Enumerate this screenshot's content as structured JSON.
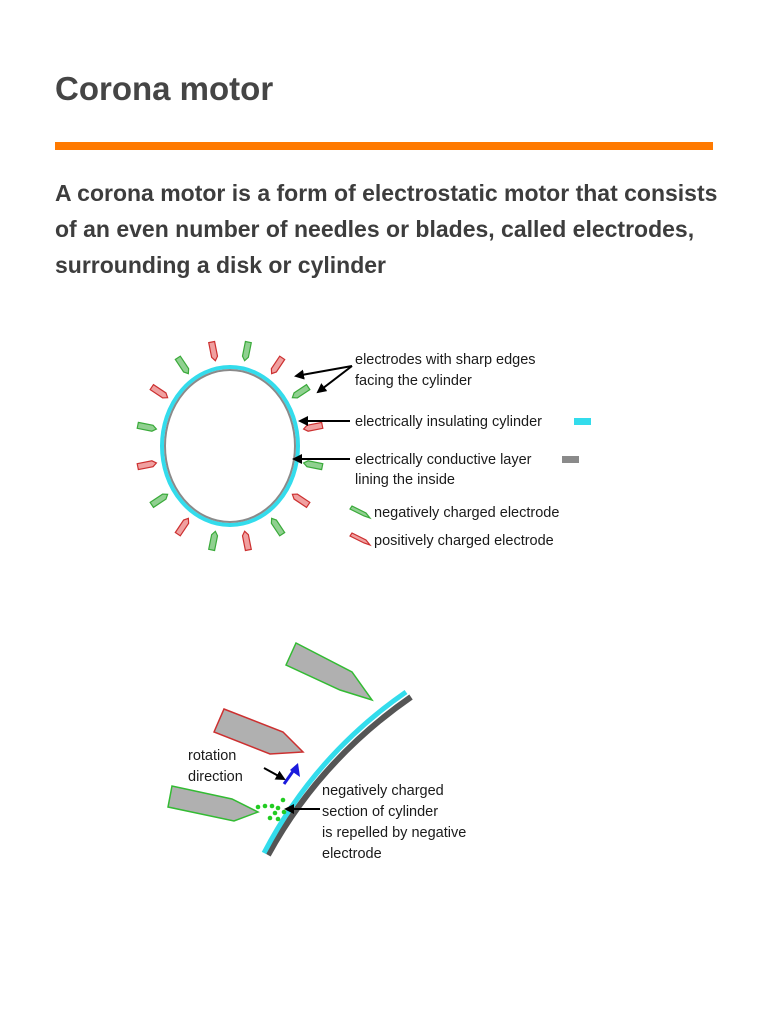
{
  "page": {
    "title": "Corona motor",
    "intro": "A corona motor is a form of electrostatic motor that consists of an even number of needles or blades, called electrodes, surrounding a disk or cylinder"
  },
  "diagram_top": {
    "labels": {
      "sharp_edges_line1": "electrodes with sharp edges",
      "sharp_edges_line2": "facing the cylinder",
      "insulating": "electrically insulating cylinder",
      "conductive_line1": "electrically conductive layer",
      "conductive_line2": "lining the inside",
      "negative": "negatively charged electrode",
      "positive": "positively charged electrode"
    }
  },
  "diagram_bottom": {
    "labels": {
      "rotation_line1": "rotation",
      "rotation_line2": "direction",
      "section_line1": "negatively charged",
      "section_line2": "section of cylinder",
      "section_line3": "is repelled by negative",
      "section_line4": "electrode"
    }
  },
  "colors": {
    "title_rule": "#ff7a00",
    "insulating_cylinder": "#33dcec",
    "conductive_layer": "#8a8a8a",
    "negative_electrode_fill": "#90d090",
    "negative_electrode_outline": "#3aaa3a",
    "positive_electrode_fill": "#f0a0a0",
    "positive_electrode_outline": "#cc3030",
    "rotation_arrow": "#1a1adc",
    "charge_dots": "#22cc22"
  }
}
